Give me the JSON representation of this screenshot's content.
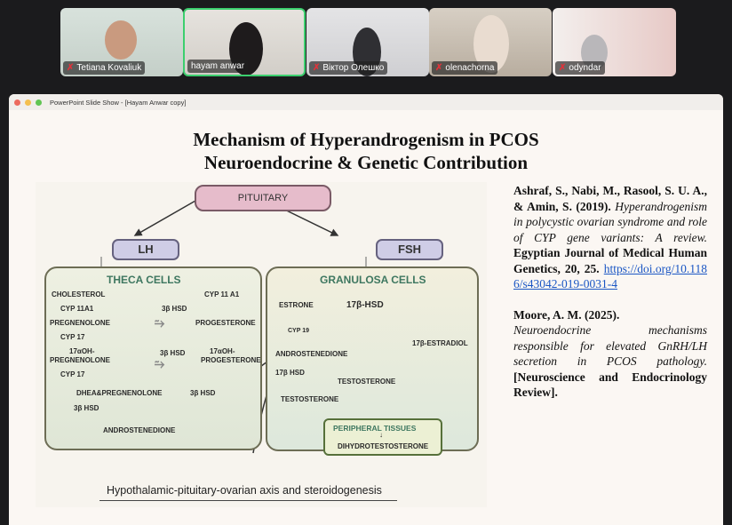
{
  "participants": [
    {
      "name": "Tetiana Kovaliuk",
      "muted": true,
      "active": false
    },
    {
      "name": "hayam anwar",
      "muted": false,
      "active": true
    },
    {
      "name": "Віктор Олешко",
      "muted": true,
      "active": false
    },
    {
      "name": "olenachorna",
      "muted": true,
      "active": false
    },
    {
      "name": "odyndar",
      "muted": true,
      "active": false
    }
  ],
  "window": {
    "title": "PowerPoint Slide Show - [Hayam Anwar copy]"
  },
  "slide": {
    "title_line1": "Mechanism of Hyperandrogenism in PCOS",
    "title_line2": "Neuroendocrine & Genetic Contribution",
    "diagram": {
      "pituitary": "PITUITARY",
      "lh": "LH",
      "fsh": "FSH",
      "theca": {
        "header": "THECA CELLS",
        "cholesterol": "CHOLESTEROL",
        "cyp11a1_left": "CYP 11A1",
        "cyp11a1_right": "CYP 11 A1",
        "hsd1": "3β HSD",
        "pregnenolone": "PREGNENOLONE",
        "progesterone": "PROGESTERONE",
        "cyp17_1": "CYP 17",
        "oh_preg1": "17αOH-",
        "oh_preg2": "PREGNENOLONE",
        "hsd2": "3β HSD",
        "oh_prog1": "17αOH-",
        "oh_prog2": "PROGESTERONE",
        "cyp17_2": "CYP 17",
        "dhea": "DHEA&PREGNENOLONE",
        "hsd3": "3β HSD",
        "hsd4": "3β HSD",
        "androstenedione": "ANDROSTENEDIONE"
      },
      "granulosa": {
        "header": "GRANULOSA CELLS",
        "estrone": "ESTRONE",
        "hsd17": "17β-HSD",
        "cyp19": "CYP 19",
        "estradiol": "17β-ESTRADIOL",
        "androstenedione": "ANDROSTENEDIONE",
        "hsd17b": "17β HSD",
        "testosterone1": "TESTOSTERONE",
        "testosterone2": "TESTOSTERONE"
      },
      "peripheral": {
        "header": "PERIPHERAL TISSUES",
        "dht": "DIHYDROTESTOSTERONE"
      },
      "caption": "Hypothalamic-pituitary-ovarian axis and steroidogenesis"
    },
    "references": [
      {
        "authors": "Ashraf, S., Nabi, M., Rasool, S. U. A., & Amin, S. (2019).",
        "title": "Hyperandrogenism in polycystic ovarian syndrome and role of CYP gene variants: A review.",
        "journal": "Egyptian Journal of Medical Human Genetics, 20, 25.",
        "link": "https://doi.org/10.1186/s43042-019-0031-4"
      },
      {
        "authors": "Moore, A. M. (2025).",
        "title": "Neuroendocrine mechanisms responsible for elevated GnRH/LH secretion in PCOS pathology.",
        "journal": "[Neuroscience and Endocrinology Review]."
      }
    ]
  },
  "colors": {
    "active_speaker": "#3ccf6e",
    "muted": "#e0333a",
    "link": "#1a56c4",
    "cell_header": "#3e7760"
  }
}
